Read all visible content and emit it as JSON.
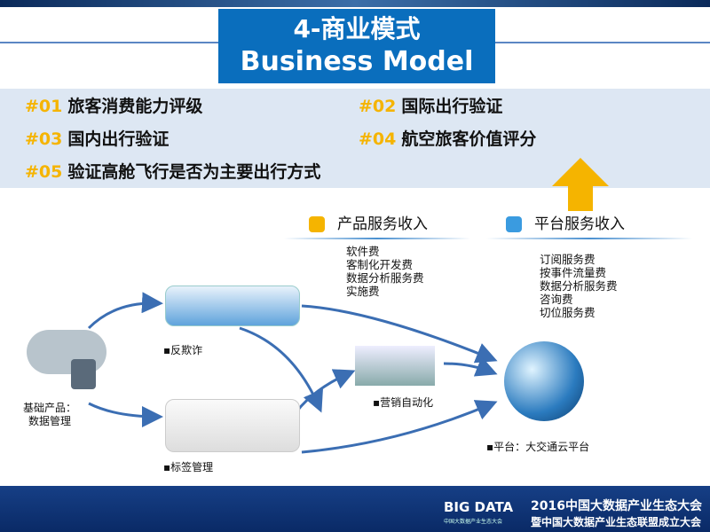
{
  "title": {
    "cn": "4-商业模式",
    "en": "Business Model"
  },
  "items": [
    {
      "num": "#01",
      "text": "旅客消费能力评级"
    },
    {
      "num": "#02",
      "text": "国际出行验证"
    },
    {
      "num": "#03",
      "text": "国内出行验证"
    },
    {
      "num": "#04",
      "text": "航空旅客价值评分"
    },
    {
      "num": "#05",
      "text": "验证高舱飞行是否为主要出行方式"
    }
  ],
  "product_revenue": {
    "title": "产品服务收入",
    "items": [
      "软件费",
      "客制化开发费",
      "数据分析服务费",
      "实施费"
    ]
  },
  "platform_revenue": {
    "title": "平台服务收入",
    "items": [
      "订阅服务费",
      "按事件流量费",
      "数据分析服务费",
      "咨询费",
      "切位服务费"
    ]
  },
  "nodes": {
    "base": "基础产品：\n数据管理",
    "antifraud": "▪反欺诈",
    "tags": "▪标签管理",
    "marketing": "▪营销自动化",
    "platform": "▪平台：大交通云平台"
  },
  "footer": {
    "logo": "BIG DATA",
    "logo_sub": "中国大数据产业生态大会",
    "line1": "2016中国大数据产业生态大会",
    "line2": "暨中国大数据产业生态联盟成立大会"
  },
  "colors": {
    "accent": "#0a6ebd",
    "number": "#f5b400",
    "arrow": "#f5b400"
  }
}
